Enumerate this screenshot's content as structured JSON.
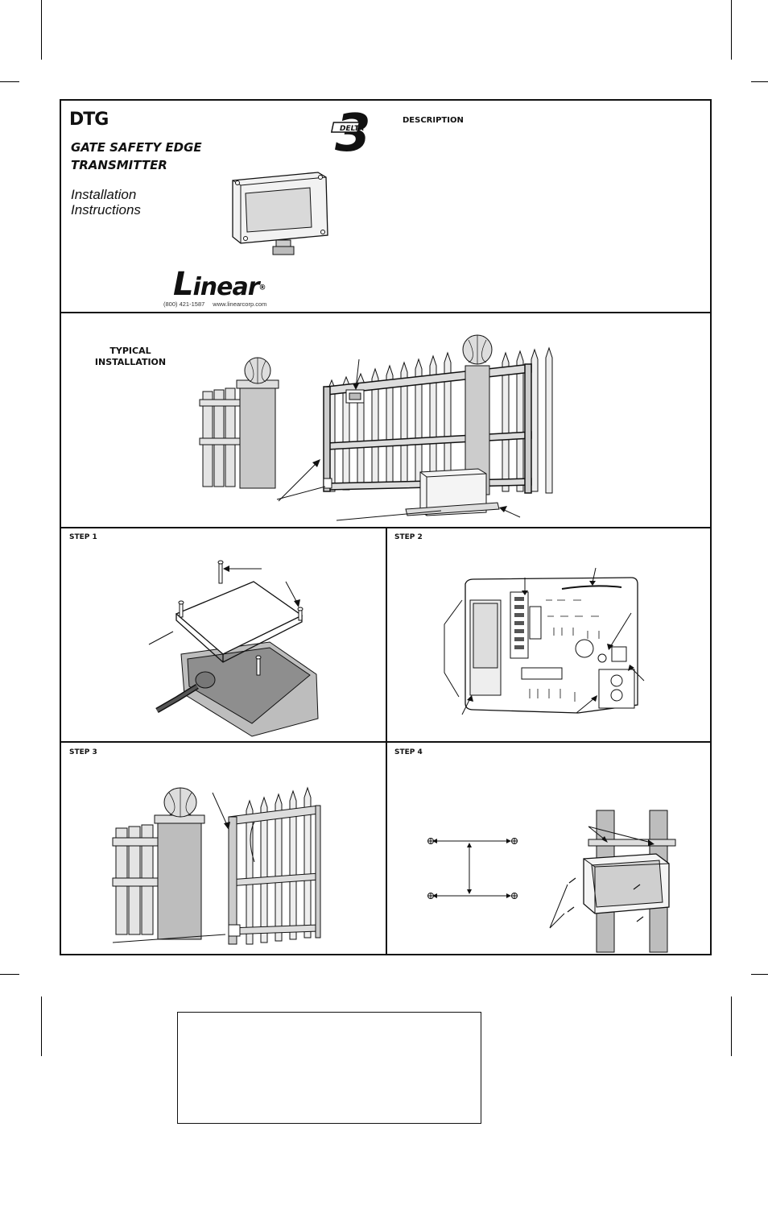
{
  "header": {
    "model": "DTG",
    "subtitle_line1": "GATE SAFETY EDGE",
    "subtitle_line2": "TRANSMITTER",
    "install_line1": "Installation",
    "install_line2": "Instructions",
    "description_heading": "DESCRIPTION",
    "badge_text": "DELTA",
    "badge_number": "3"
  },
  "brand": {
    "logo_initial": "L",
    "logo_rest": "inear",
    "logo_mark": "®",
    "phone": "(800) 421-1587",
    "website": "www.linearcorp.com"
  },
  "sections": {
    "typical_line1": "TYPICAL",
    "typical_line2": "INSTALLATION",
    "step1": "STEP 1",
    "step2": "STEP 2",
    "step3": "STEP 3",
    "step4": "STEP 4"
  }
}
